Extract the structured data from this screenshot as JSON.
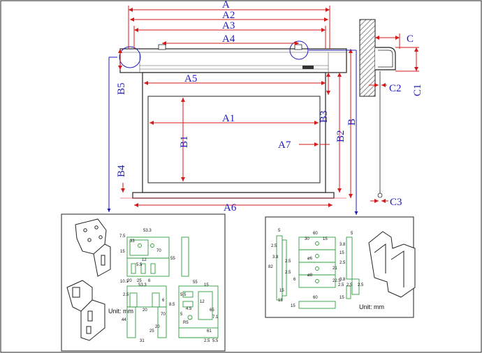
{
  "colors": {
    "dimension_blue": "#1f1ab8",
    "dimension_red": "#d61a1a",
    "detail_green": "#2e9e3a",
    "line_black": "#222222",
    "wall_hatch": "#8a8a8a"
  },
  "main_labels": {
    "A": "A",
    "A2": "A2",
    "A3": "A3",
    "A4": "A4",
    "A5": "A5",
    "A1": "A1",
    "A6": "A6",
    "A7": "A7",
    "B": "B",
    "B1": "B1",
    "B2": "B2",
    "B3": "B3",
    "B4": "B4",
    "B5": "B5",
    "C": "C",
    "C1": "C1",
    "C2": "C2",
    "C3": "C3"
  },
  "left_detail": {
    "unit_label": "Unit: mm",
    "dims": [
      "53.3",
      "7.5",
      "33",
      "15",
      "70",
      "55",
      "12",
      "5.5",
      "10.1",
      "20",
      "25",
      "6",
      "2.5",
      "53.3",
      "44",
      "20",
      "70",
      "20",
      "25",
      "31",
      "55",
      "15",
      "5.5",
      "12",
      "65",
      "7.1",
      "61",
      "4.5",
      "R5",
      "5",
      "8.5",
      "5.5",
      "2.5",
      "6"
    ]
  },
  "right_detail": {
    "unit_label": "Unit: mm",
    "dims": [
      "5",
      "60",
      "30",
      "15",
      "2.5",
      "3.8",
      "82",
      "2.5",
      "2.5",
      "6",
      "15",
      "3.8",
      "15",
      "2.5",
      "ø6",
      "ø8",
      "21",
      "22.5",
      "15",
      "60",
      "15",
      "5",
      "3.8",
      "2.5",
      "2.5",
      "2.5",
      "15"
    ]
  }
}
